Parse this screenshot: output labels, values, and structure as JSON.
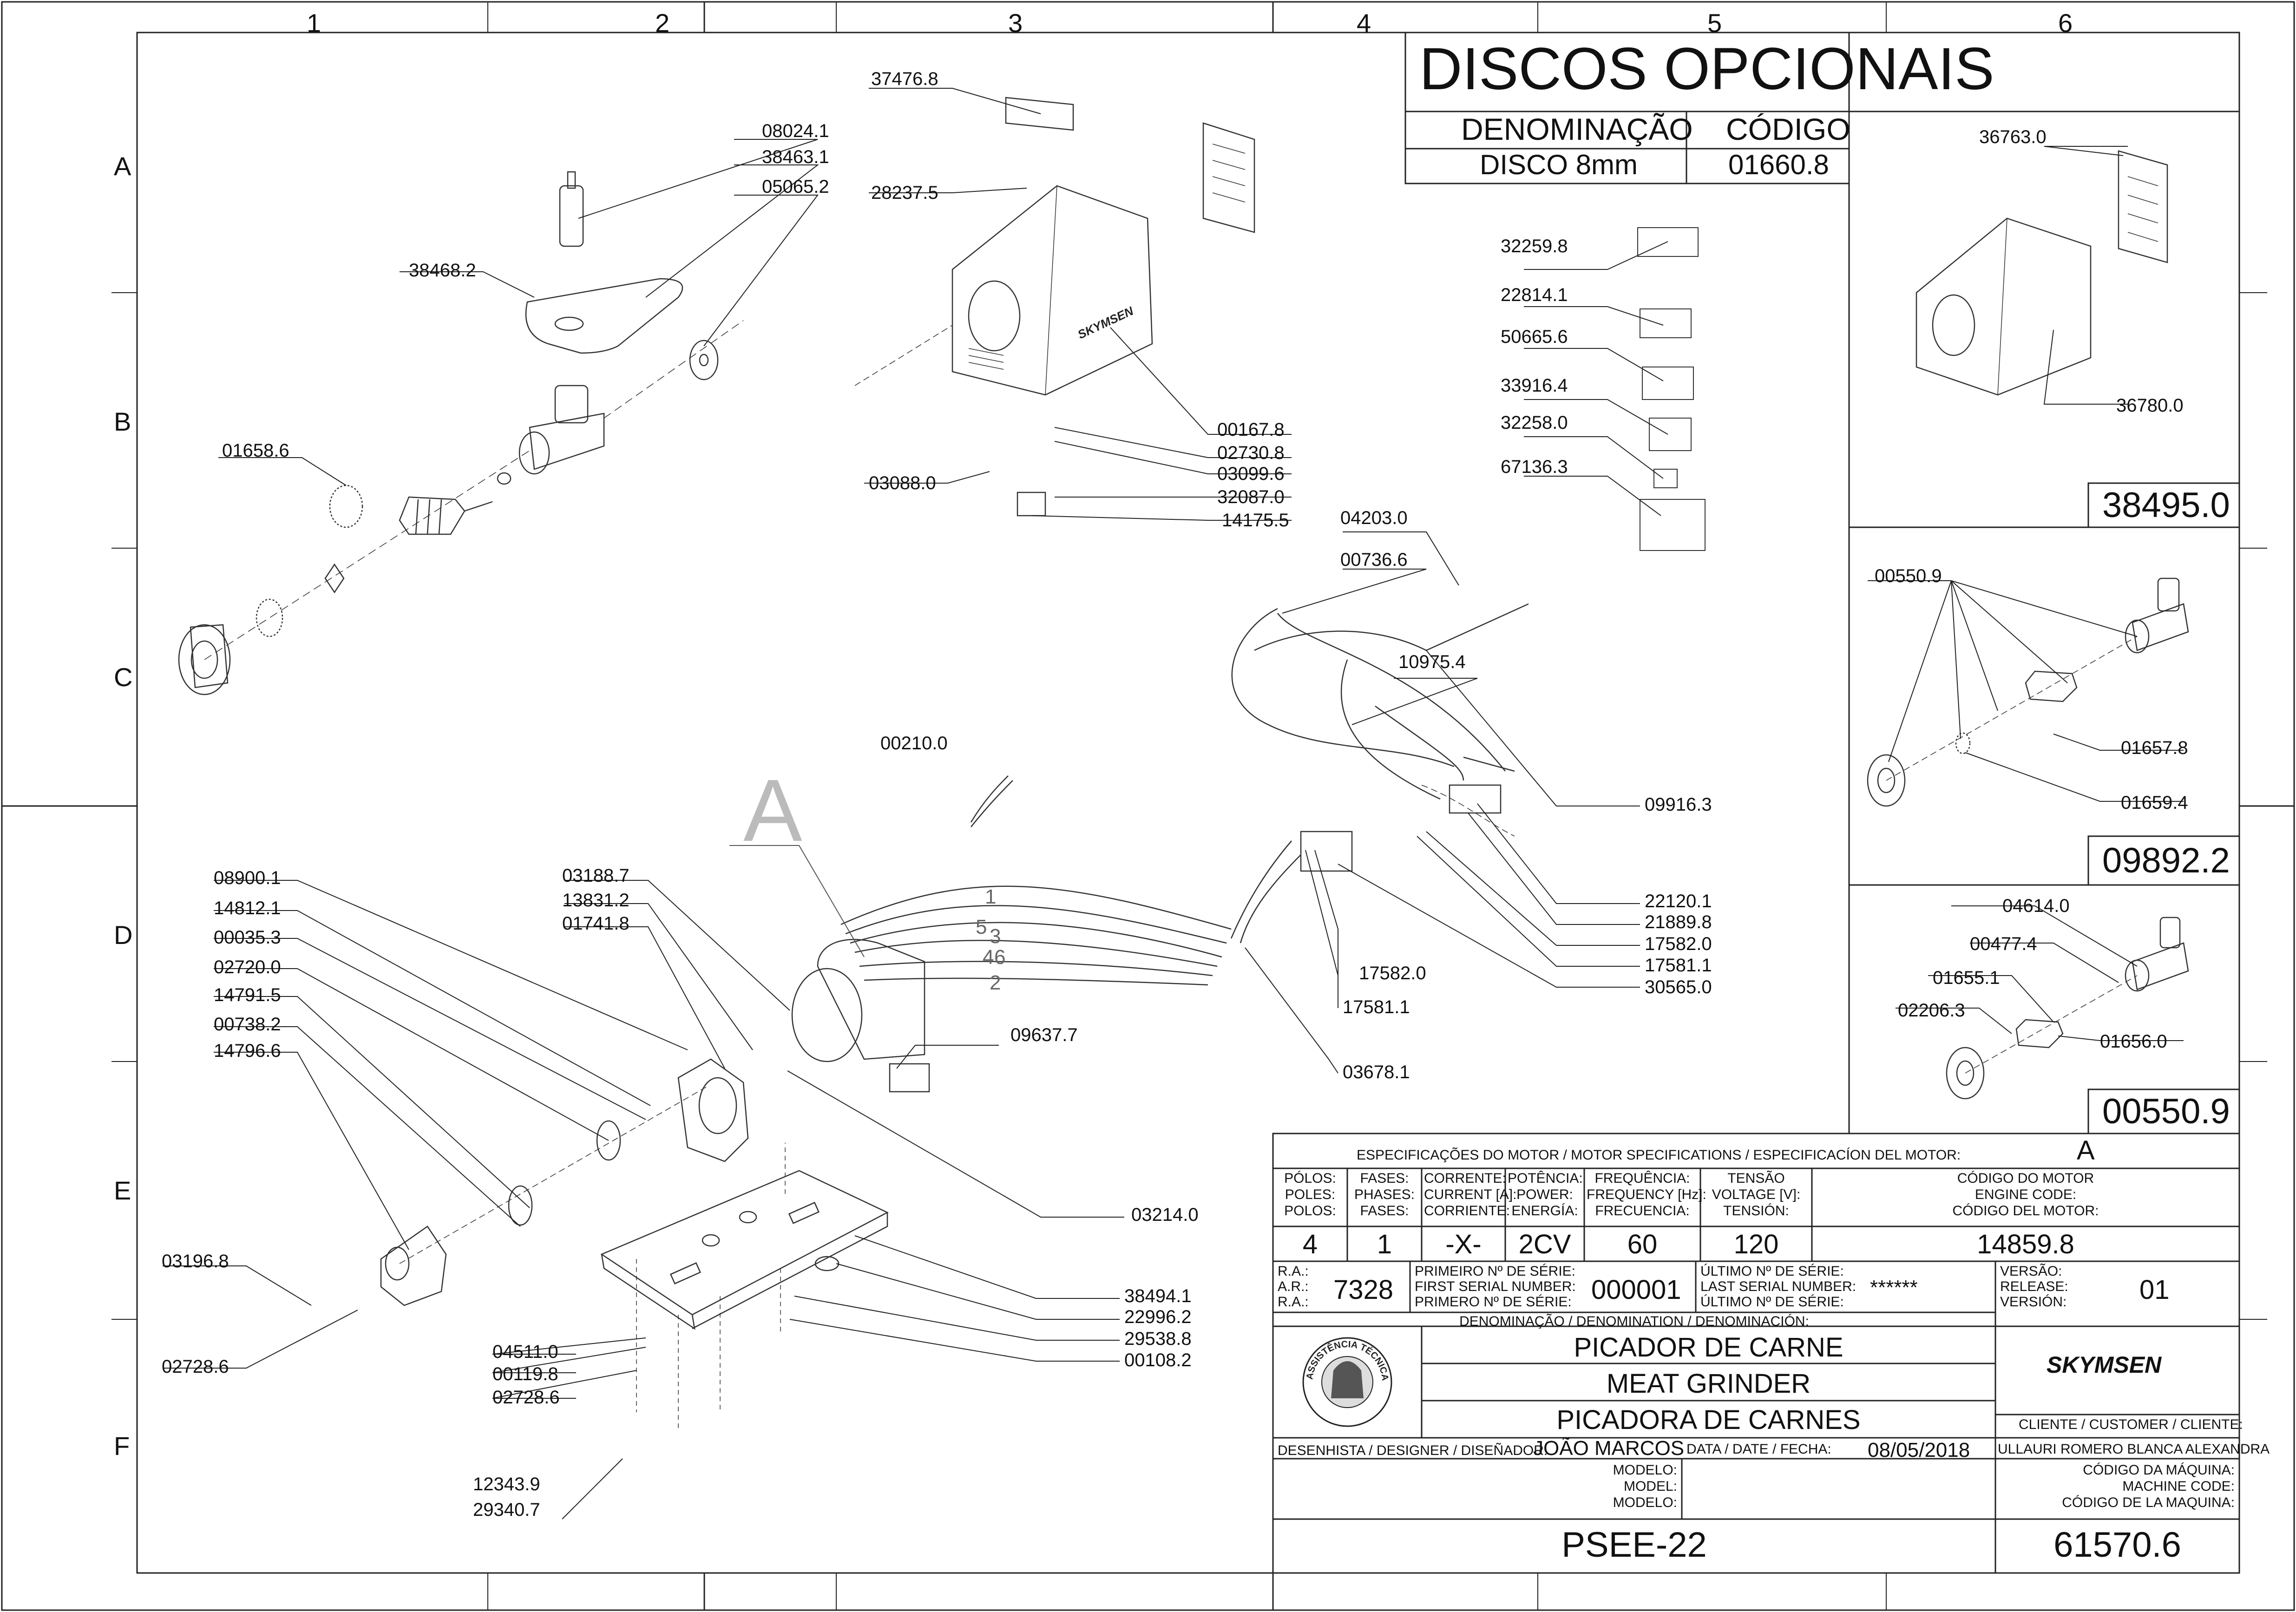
{
  "grid": {
    "columns": [
      "1",
      "2",
      "3",
      "4",
      "5",
      "6"
    ],
    "rows": [
      "A",
      "B",
      "C",
      "D",
      "E",
      "F"
    ]
  },
  "optional_discs": {
    "title": "DISCOS OPCIONAIS",
    "col_name": "DENOMINAÇÃO",
    "col_code": "CÓDIGO",
    "row_name": "DISCO 8mm",
    "row_code": "01660.8"
  },
  "parts": {
    "p37476_8": "37476.8",
    "p08024_1": "08024.1",
    "p38463_1": "38463.1",
    "p05065_2": "05065.2",
    "p28237_5": "28237.5",
    "p38468_2": "38468.2",
    "p01658_6": "01658.6",
    "p00167_8": "00167.8",
    "p02730_8": "02730.8",
    "p03099_6": "03099.6",
    "p03088_0": "03088.0",
    "p32087_0": "32087.0",
    "p14175_5": "14175.5",
    "p32259_8": "32259.8",
    "p22814_1": "22814.1",
    "p50665_6": "50665.6",
    "p33916_4": "33916.4",
    "p32258_0": "32258.0",
    "p67136_3": "67136.3",
    "p04203_0": "04203.0",
    "p00736_6": "00736.6",
    "p10975_4": "10975.4",
    "p00210_0": "00210.0",
    "p09916_3": "09916.3",
    "p22120_1": "22120.1",
    "p21889_8": "21889.8",
    "p17582_0a": "17582.0",
    "p17581_1a": "17581.1",
    "p30565_0": "30565.0",
    "p17582_0b": "17582.0",
    "p17581_1b": "17581.1",
    "p03678_1": "03678.1",
    "p08900_1": "08900.1",
    "p14812_1": "14812.1",
    "p00035_3": "00035.3",
    "p02720_0": "02720.0",
    "p14791_5": "14791.5",
    "p00738_2": "00738.2",
    "p14796_6": "14796.6",
    "p03188_7": "03188.7",
    "p13831_2": "13831.2",
    "p01741_8": "01741.8",
    "p09637_7": "09637.7",
    "p03214_0": "03214.0",
    "p03196_8": "03196.8",
    "p02728_6a": "02728.6",
    "p04511_0": "04511.0",
    "p00119_8": "00119.8",
    "p02728_6b": "02728.6",
    "p38494_1": "38494.1",
    "p22996_2": "22996.2",
    "p29538_8": "29538.8",
    "p00108_2": "00108.2",
    "p12343_9": "12343.9",
    "p29340_7": "29340.7",
    "p36763_0": "36763.0",
    "p36780_0": "36780.0",
    "p00550_9": "00550.9",
    "p01657_8": "01657.8",
    "p01659_4": "01659.4",
    "p04614_0": "04614.0",
    "p00477_4": "00477.4",
    "p01655_1": "01655.1",
    "p02206_3": "02206.3",
    "p01656_0": "01656.0"
  },
  "kits": {
    "kit1_code": "38495.0",
    "kit2_code": "09892.2",
    "kit3_code": "00550.9"
  },
  "callout": {
    "letter": "A",
    "wire_numbers": [
      "1",
      "5",
      "3",
      "4",
      "6",
      "2"
    ]
  },
  "housing_brand": "SKYMSEN",
  "motor_specs": {
    "header": "ESPECIFICAÇÕES DO MOTOR / MOTOR SPECIFICATIONS / ESPECIFICACÍON DEL MOTOR:",
    "variant": "A",
    "poles_label": [
      "PÓLOS:",
      "POLES:",
      "POLOS:"
    ],
    "phases_label": [
      "FASES:",
      "PHASES:",
      "FASES:"
    ],
    "current_label": [
      "CORRENTE:",
      "CURRENT [A]:",
      "CORRIENTE:"
    ],
    "power_label": [
      "POTÊNCIA:",
      "POWER:",
      "ENERGÍA:"
    ],
    "frequency_label": [
      "FREQUÊNCIA:",
      "FREQUENCY [Hz]:",
      "FRECUENCIA:"
    ],
    "voltage_label": [
      "TENSÃO",
      "VOLTAGE [V]:",
      "TENSIÓN:"
    ],
    "engine_code_label": [
      "CÓDIGO DO MOTOR",
      "ENGINE CODE:",
      "CÓDIGO DEL MOTOR:"
    ],
    "poles": "4",
    "phases": "1",
    "current": "-X-",
    "power": "2CV",
    "frequency": "60",
    "voltage": "120",
    "engine_code": "14859.8"
  },
  "title_block": {
    "ra_labels": [
      "R.A.:",
      "A.R.:",
      "R.A.:"
    ],
    "ra_value": "7328",
    "first_serial_labels": [
      "PRIMEIRO Nº DE SÉRIE:",
      "FIRST SERIAL NUMBER:",
      "PRIMERO Nº DE SÉRIE:"
    ],
    "first_serial": "000001",
    "last_serial_labels": [
      "ÚLTIMO Nº DE SÉRIE:",
      "LAST SERIAL NUMBER:",
      "ÚLTIMO Nº DE SÉRIE:"
    ],
    "last_serial": "******",
    "version_labels": [
      "VERSÃO:",
      "RELEASE:",
      "VERSIÓN:"
    ],
    "version": "01",
    "denomination_label": "DENOMINAÇÃO / DENOMINATION / DENOMINACIÓN:",
    "name_pt": "PICADOR DE CARNE",
    "name_en": "MEAT GRINDER",
    "name_es": "PICADORA DE CARNES",
    "seal_text": "ASSISTÊNCIA TÉCNICA AUTORIZADA",
    "brand": "SKYMSEN",
    "client_label": "CLIENTE / CUSTOMER / CLIENTE:",
    "client": "ULLAURI ROMERO BLANCA ALEXANDRA",
    "designer_label": "DESENHISTA / DESIGNER / DISEÑADOR:",
    "designer": "JOÃO MARCOS",
    "date_label": "DATA / DATE / FECHA:",
    "date": "08/05/2018",
    "model_labels": [
      "MODELO:",
      "MODEL:",
      "MODELO:"
    ],
    "model": "PSEE-22",
    "machine_code_labels": [
      "CÓDIGO DA MÁQUINA:",
      "MACHINE CODE:",
      "CÓDIGO DE LA MAQUINA:"
    ],
    "machine_code": "61570.6"
  }
}
